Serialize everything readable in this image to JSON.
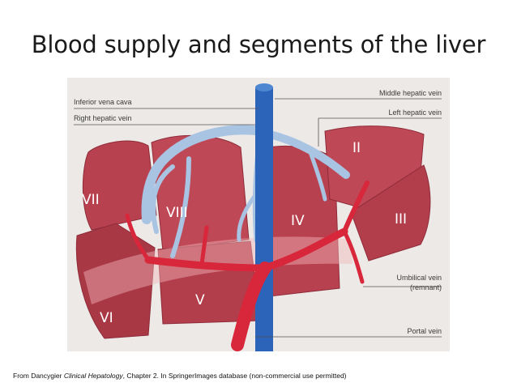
{
  "slide": {
    "title": "Blood supply and segments of the liver"
  },
  "figure": {
    "labels": {
      "inferior_vena_cava": "Inferior vena cava",
      "right_hepatic_vein": "Right hepatic vein",
      "middle_hepatic_vein": "Middle hepatic vein",
      "left_hepatic_vein": "Left hepatic vein",
      "umbilical_vein_line1": "Umbilical vein",
      "umbilical_vein_line2": "(remnant)",
      "portal_vein": "Portal vein"
    },
    "segments": {
      "ii": "II",
      "iii": "III",
      "iv": "IV",
      "v": "V",
      "vi": "VI",
      "vii": "VII",
      "viii": "VIII"
    },
    "colors": {
      "liver": "#b8414f",
      "liver_dark": "#8f2c3a",
      "hepatic_vein": "#a9c3e3",
      "vena_cava": "#2b64b8",
      "portal_vein": "#d8263b",
      "background": "#ece9e6"
    }
  },
  "credit": {
    "prefix": "From Dancygier ",
    "book": "Clinical Hepatology",
    "suffix": ", Chapter 2. In SpringerImages database (non-commercial use permitted)"
  }
}
